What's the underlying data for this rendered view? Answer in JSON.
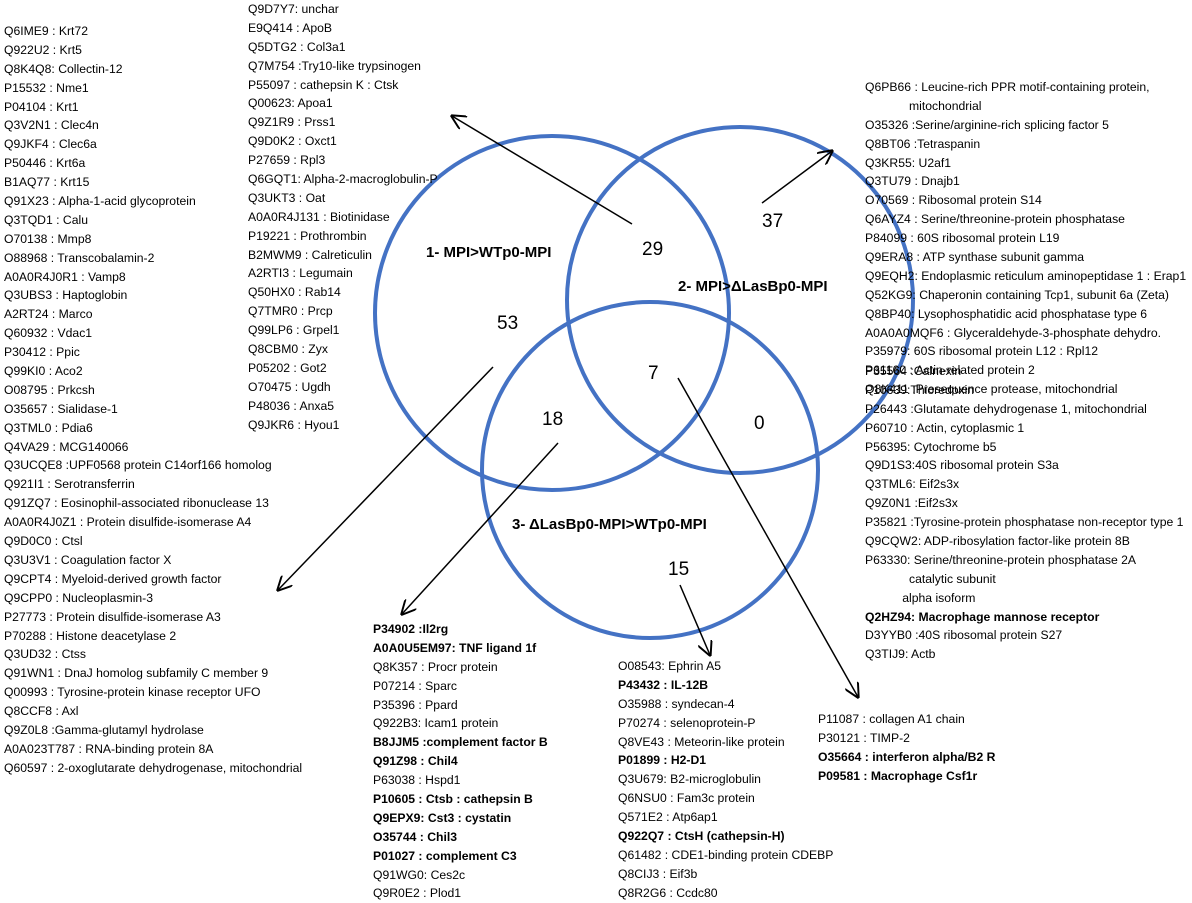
{
  "sets": {
    "a": "1- MPI>WTp0-MPI",
    "b": "2- MPI>ΔLasBp0-MPI",
    "c": "3- ΔLasBp0-MPI>WTp0-MPI"
  },
  "counts": {
    "a_only": "53",
    "ab": "29",
    "b_only": "37",
    "abc": "7",
    "ac": "18",
    "bc": "0",
    "c_only": "15"
  },
  "list_left": [
    "Q6IME9 : Krt72",
    "Q922U2 : Krt5",
    "Q8K4Q8: Collectin-12",
    "P15532 : Nme1",
    "P04104 : Krt1",
    "Q3V2N1 : Clec4n",
    "Q9JKF4 : Clec6a",
    "P50446 : Krt6a",
    "B1AQ77 : Krt15",
    "Q91X23 : Alpha-1-acid glycoprotein",
    "Q3TQD1 : Calu",
    "O70138 : Mmp8",
    "O88968 : Transcobalamin-2",
    "A0A0R4J0R1 : Vamp8",
    "Q3UBS3 : Haptoglobin",
    "A2RT24 : Marco",
    "Q60932 : Vdac1",
    "P30412 : Ppic",
    "Q99KI0 : Aco2",
    "O08795 : Prkcsh",
    "O35657 : Sialidase-1",
    "Q3TML0 : Pdia6",
    "Q4VA29 : MCG140066",
    "Q3UCQE8 :UPF0568 protein C14orf166 homolog",
    "Q921I1 : Serotransferrin",
    "Q91ZQ7 : Eosinophil-associated ribonuclease 13",
    "A0A0R4J0Z1 : Protein disulfide-isomerase A4",
    "Q9D0C0 : Ctsl",
    "Q3U3V1 : Coagulation factor X",
    "Q9CPT4 : Myeloid-derived growth factor",
    "Q9CPP0 : Nucleoplasmin-3",
    "P27773 : Protein disulfide-isomerase A3",
    "P70288 : Histone deacetylase 2",
    "Q3UD32 : Ctss",
    "Q91WN1 : DnaJ homolog subfamily C member 9",
    "Q00993 : Tyrosine-protein kinase receptor UFO",
    "Q8CCF8 : Axl",
    "Q9Z0L8 :Gamma-glutamyl hydrolase",
    "A0A023T787 : RNA-binding protein 8A",
    "Q60597 : 2-oxoglutarate dehydrogenase, mitochondrial"
  ],
  "list_top": [
    "Q9D7Y7: unchar",
    "E9Q414 : ApoB",
    "Q5DTG2 : Col3a1",
    "Q7M754 :Try10-like trypsinogen",
    "P55097 : cathepsin K : Ctsk",
    "Q00623: Apoa1",
    "Q9Z1R9 : Prss1",
    "Q9D0K2 : Oxct1",
    "P27659 : Rpl3",
    "Q6GQT1: Alpha-2-macroglobulin-P",
    "Q3UKT3 : Oat",
    "A0A0R4J131 : Biotinidase",
    "P19221 : Prothrombin",
    "B2MWM9 : Calreticulin",
    "A2RTI3 : Legumain",
    "Q50HX0 : Rab14",
    "Q7TMR0 : Prcp",
    "Q99LP6 : Grpel1",
    "Q8CBM0 : Zyx",
    "P05202 : Got2",
    "O70475 : Ugdh",
    "P48036 : Anxa5",
    "Q9JKR6 : Hyou1"
  ],
  "list_right": [
    "Q6PB66 : Leucine-rich PPR motif-containing protein,",
    "             mitochondrial",
    "O35326 :Serine/arginine-rich splicing factor 5",
    "Q8BT06 :Tetraspanin",
    "Q3KR55: U2af1",
    "Q3TU79 : Dnajb1",
    "O70569 : Ribosomal protein S14",
    "Q6AYZ4 : Serine/threonine-protein phosphatase",
    "P84099 : 60S ribosomal protein L19",
    "Q9ERA8 : ATP synthase subunit gamma",
    "Q9EQH2: Endoplasmic reticulum aminopeptidase 1 : Erap1",
    "Q52KG9: Chaperonin containing Tcp1, subunit 6a (Zeta)",
    "Q8BP40: Lysophosphatidic acid phosphatase type 6",
    "A0A0A0MQF6 : Glyceraldehyde-3-phosphate dehydro.",
    "P35979: 60S ribosomal protein L12 : Rpl12",
    "P61160 : Actin-related protein 2",
    "Q8K411 :Presequence protease, mitochondrial"
  ],
  "list_center": [
    "P35564 :Calnexin",
    "P10639:Thioredoxin",
    "P26443 :Glutamate dehydrogenase 1, mitochondrial",
    "P60710 : Actin, cytoplasmic 1",
    "P56395: Cytochrome b5",
    "Q9D1S3:40S ribosomal protein S3a",
    "Q3TML6: Eif2s3x",
    "Q9Z0N1 :Eif2s3x",
    "P35821 :Tyrosine-protein phosphatase non-receptor type 1",
    "Q9CQW2: ADP-ribosylation factor-like protein 8B",
    "P63330: Serine/threonine-protein phosphatase 2A",
    "             catalytic subunit",
    "           alpha isoform",
    "Q2HZ94: Macrophage mannose receptor",
    "D3YYB0 :40S ribosomal protein S27",
    "Q3TIJ9: Actb"
  ],
  "list_ac": [
    "P34902 :Il2rg",
    "A0A0U5EM97: TNF ligand 1f",
    "Q8K357 : Procr protein",
    "P07214 : Sparc",
    "P35396 : Ppard",
    "Q922B3: Icam1 protein",
    "B8JJM5 :complement factor B",
    "Q91Z98 : Chil4",
    "P63038 : Hspd1",
    "P10605 : Ctsb : cathepsin B",
    "Q9EPX9: Cst3 : cystatin",
    "O35744 : Chil3",
    "P01027 : complement C3",
    "Q91WG0: Ces2c",
    "Q9R0E2 : Plod1"
  ],
  "list_c": [
    "O08543: Ephrin A5",
    "P43432 : IL-12B",
    "O35988 : syndecan-4",
    "P70274 : selenoprotein-P",
    "Q8VE43 : Meteorin-like protein",
    "P01899 : H2-D1",
    "Q3U679: B2-microglobulin",
    "Q6NSU0 : Fam3c protein",
    "Q571E2 : Atp6ap1",
    "Q922Q7 : CtsH (cathepsin-H)",
    "Q61482 : CDE1-binding protein CDEBP",
    "Q8CIJ3 : Eif3b",
    "Q8R2G6 : Ccdc80"
  ],
  "list_bc": [
    "P11087 : collagen A1 chain",
    "P30121 : TIMP-2",
    "O35664 : interferon alpha/B2 R",
    "P09581 : Macrophage Csf1r"
  ],
  "bold_center": [
    13
  ],
  "bold_ac": [
    0,
    1,
    6,
    7,
    9,
    10,
    11,
    12
  ],
  "bold_c": [
    1,
    5,
    9
  ],
  "bold_bc": [
    2,
    3
  ],
  "circle_color": "#4472C4"
}
